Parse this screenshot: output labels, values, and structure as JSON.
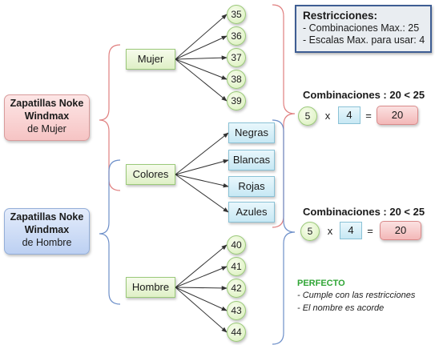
{
  "products": {
    "mujer": {
      "line1": "Zapatillas Noke",
      "line2": "Windmax",
      "line3": "de Mujer"
    },
    "hombre": {
      "line1": "Zapatillas Noke",
      "line2": "Windmax",
      "line3": "de Hombre"
    }
  },
  "categories": {
    "mujer": "Mujer",
    "colores": "Colores",
    "hombre": "Hombre"
  },
  "sizes_mujer": [
    "35",
    "36",
    "37",
    "38",
    "39"
  ],
  "colors": [
    "Negras",
    "Blancas",
    "Rojas",
    "Azules"
  ],
  "sizes_hombre": [
    "40",
    "41",
    "42",
    "43",
    "44"
  ],
  "restrictions": {
    "title": "Restricciones:",
    "line1": "- Combinaciones Max.: 25",
    "line2": "- Escalas Max. para usar: 4"
  },
  "calc_mujer": {
    "title": "Combinaciones : 20 < 25",
    "a": "5",
    "op": "x",
    "b": "4",
    "eq": "=",
    "result": "20"
  },
  "calc_hombre": {
    "title": "Combinaciones : 20 < 25",
    "a": "5",
    "op": "x",
    "b": "4",
    "eq": "=",
    "result": "20"
  },
  "conclusion": {
    "title": "PERFECTO",
    "line1": "- Cumple con las restricciones",
    "line2": "- El nombre es acorde"
  },
  "colors_theme": {
    "brace_red": "#e08080",
    "brace_blue": "#6d8fc9",
    "arrow": "#333333",
    "ok_green": "#2fa535"
  }
}
